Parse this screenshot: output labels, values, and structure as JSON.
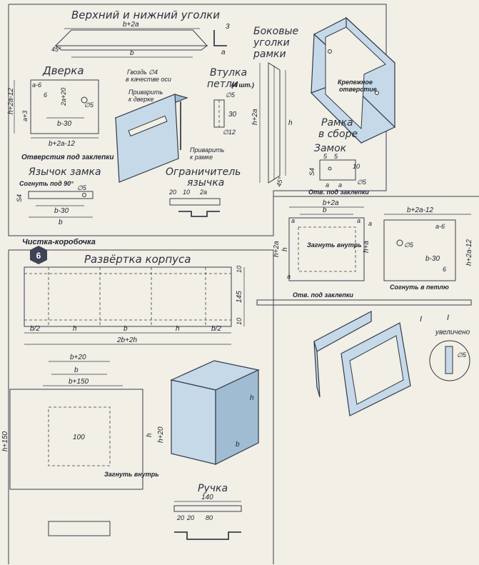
{
  "colors": {
    "paper": "#f1efe6",
    "ink": "#2d3140",
    "part_fill": "#c6d9e8",
    "part_shadow": "#9fbcd2"
  },
  "sections": {
    "corners": {
      "title": "Верхний и нижний уголки",
      "dim_b2a": "b+2a",
      "dim_b": "b",
      "dim_3": "3",
      "dim_a": "a",
      "angle": "45°"
    },
    "side_corners": {
      "title_1": "Боковые",
      "title_2": "уголки",
      "title_3": "рамки",
      "dim_h2a": "h+2a",
      "dim_h": "h",
      "angle": "45°"
    },
    "door": {
      "title": "Дверка",
      "dim_h2a12": "h+2a-12",
      "dim_a6": "a-6",
      "dim_6": "6",
      "dim_2a20": "2a+20",
      "dim_a3": "a+3",
      "dim_d5": "∅5",
      "dim_b30": "b-30",
      "dim_b2a12": "b+2a-12",
      "note_holes": "Отверстия под заклепки"
    },
    "door3d": {
      "nail_1": "Гвоздь ∅4",
      "nail_2": "в качестве оси",
      "weld_door_1": "Приварить",
      "weld_door_2": "к дверке",
      "weld_frame_1": "Приварить",
      "weld_frame_2": "к рамке"
    },
    "bushing": {
      "title_1": "Втулка",
      "title_2": "петли",
      "count": "(4 шт.)",
      "dim_d5": "∅5",
      "dim_30": "30",
      "dim_d12": "∅12"
    },
    "frame": {
      "note_1": "Крепежное",
      "note_2": "отверстие",
      "title_1": "Рамка",
      "title_2": "в сборе"
    },
    "lock": {
      "title": "Замок",
      "dim_5a": "5",
      "dim_5b": "5",
      "dim_10": "10",
      "dim_s4": "S4",
      "dim_a1": "a",
      "dim_a2": "a",
      "dim_d5": "∅5",
      "note": "Отв. под заклепки"
    },
    "tongue": {
      "title": "Язычок замка",
      "note": "Согнуть под 90°",
      "dim_s4": "S4",
      "dim_d5": "∅5",
      "dim_b30": "b-30",
      "dim_b": "b"
    },
    "limiter": {
      "title_1": "Ограничитель",
      "title_2": "язычка",
      "dim_20": "20",
      "dim_10": "10",
      "dim_2a": "2a"
    },
    "header": {
      "badge": "6",
      "title": "Чистка-коробочка"
    },
    "development": {
      "title": "Развёртка корпуса",
      "dims": [
        "b/2",
        "h",
        "b",
        "h",
        "b/2"
      ],
      "total": "2b+2h",
      "dim_10a": "10",
      "dim_145": "145",
      "dim_10b": "10"
    },
    "assembly": {
      "dim_b2a": "b+2a",
      "dim_b": "b",
      "dim_a1": "a",
      "dim_a2": "a",
      "dim_h2a": "h+2a",
      "dim_h": "h",
      "dim_ha": "h+a",
      "dim_a3": "a",
      "dim_a4": "a",
      "note_bend": "Загнуть внутрь",
      "dim_b2a12": "b+2a-12",
      "dim_a6": "a-6",
      "dim_d5": "∅5",
      "dim_h2a12": "h+2a-12",
      "dim_b30": "b-30",
      "dim_6": "6",
      "note_loop": "Согнуть в петлю",
      "note_rivets": "Отв. под заклепки",
      "mark_I": "I",
      "mark_I2": "I",
      "enlarged": "увеличено",
      "dim_d5b": "∅5"
    },
    "box": {
      "dim_b20": "b+20",
      "dim_b": "b",
      "dim_b150": "b+150",
      "dim_h150": "h+150",
      "dim_100": "100",
      "dim_h": "h",
      "dim_h20": "h+20",
      "note_bend": "Загнуть внутрь",
      "dim_b_3d": "b",
      "dim_h_3d": "h"
    },
    "handle": {
      "title": "Ручка",
      "dim_140": "140",
      "dim_20a": "20",
      "dim_20b": "20",
      "dim_80": "80"
    }
  }
}
